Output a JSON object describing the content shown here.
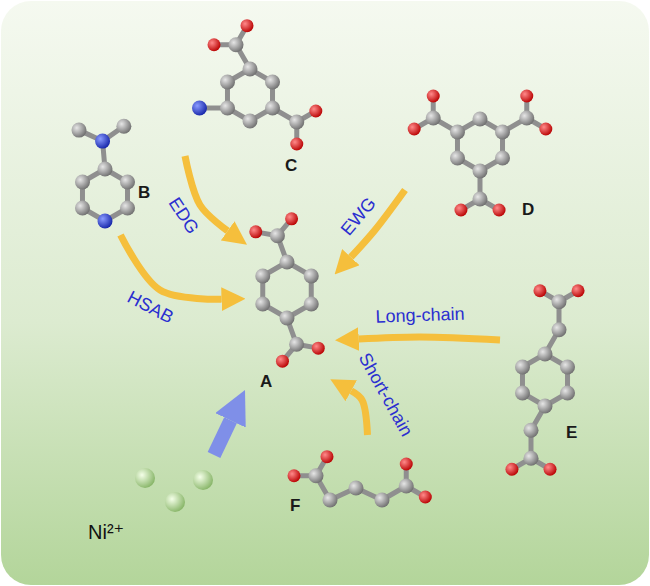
{
  "diagram": {
    "nodes": [
      {
        "text": [
          "C"
        ]
      },
      {
        "text": [
          "D"
        ]
      },
      {
        "text": [
          "B"
        ]
      },
      {
        "text": [
          "A"
        ]
      },
      {
        "text": [
          "E"
        ]
      },
      {
        "text": [
          "F"
        ]
      },
      {
        "text": [
          "Ni²⁺"
        ]
      }
    ],
    "edges": [
      {
        "from": 0,
        "to": 3,
        "arrow": "to",
        "label": "EDG"
      },
      {
        "from": 1,
        "to": 3,
        "arrow": "to",
        "label": "EWG"
      },
      {
        "from": 2,
        "to": 3,
        "arrow": "to",
        "label": "HSAB"
      },
      {
        "from": 4,
        "to": 3,
        "arrow": "to",
        "label": "Long-chain"
      },
      {
        "from": 5,
        "to": 3,
        "arrow": "to",
        "label": "Short-chain"
      },
      {
        "from": 6,
        "to": 3,
        "arrow": "to"
      }
    ]
  }
}
